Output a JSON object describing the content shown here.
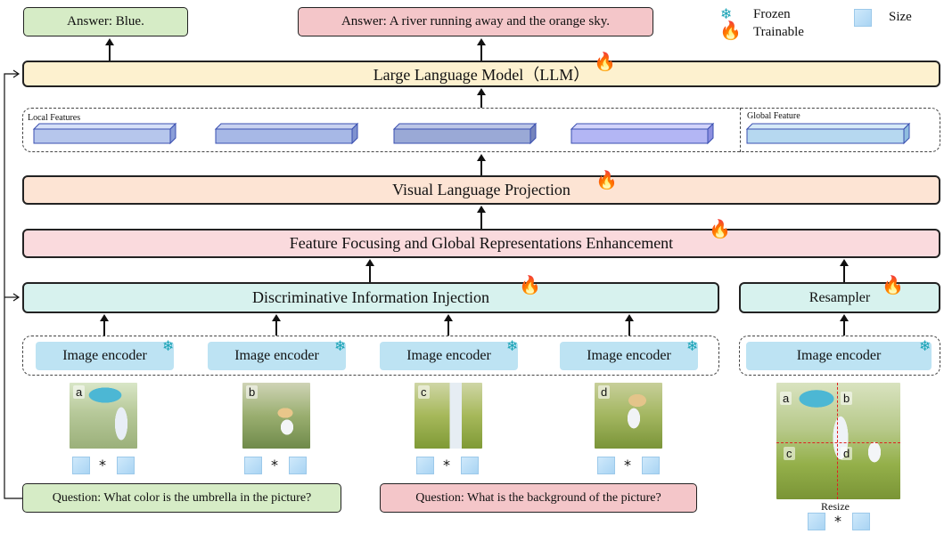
{
  "answers": {
    "left": "Answer: Blue.",
    "right": "Answer: A river running away and the orange sky."
  },
  "legend": {
    "frozen_label": "Frozen",
    "trainable_label": "Trainable",
    "size_label": "Size"
  },
  "llm_label": "Large Language Model（LLM）",
  "features": {
    "local_label": "Local Features",
    "global_label": "Global Feature"
  },
  "vlp_label": "Visual Language Projection",
  "ffgre_label": "Feature Focusing and Global Representations Enhancement",
  "dii_label": "Discriminative Information Injection",
  "resampler_label": "Resampler",
  "encoders": [
    "Image encoder",
    "Image encoder",
    "Image encoder",
    "Image encoder",
    "Image encoder"
  ],
  "crops": [
    "a",
    "b",
    "c",
    "d"
  ],
  "full_image_labels": [
    "a",
    "b",
    "c",
    "d"
  ],
  "size_op": "*",
  "resize_label": "Resize",
  "questions": {
    "left": "Question: What color is the umbrella in the picture?",
    "right": "Question: What is the background of the picture?"
  },
  "colors": {
    "answer_left": "#d6ecc6",
    "answer_right": "#f4c6c9",
    "llm": "#fdf1cf",
    "vlp": "#fde4d4",
    "ffgre": "#fadadd",
    "dii": "#d7f2ee",
    "encoder": "#bde3f3",
    "question_left": "#d6ecc6",
    "question_right": "#f4c6c9",
    "local_bars": [
      "#b6c6ec",
      "#a7b8e6",
      "#9aa9d6",
      "#b3b6f4"
    ],
    "global_bar": "#b6d8f0"
  }
}
